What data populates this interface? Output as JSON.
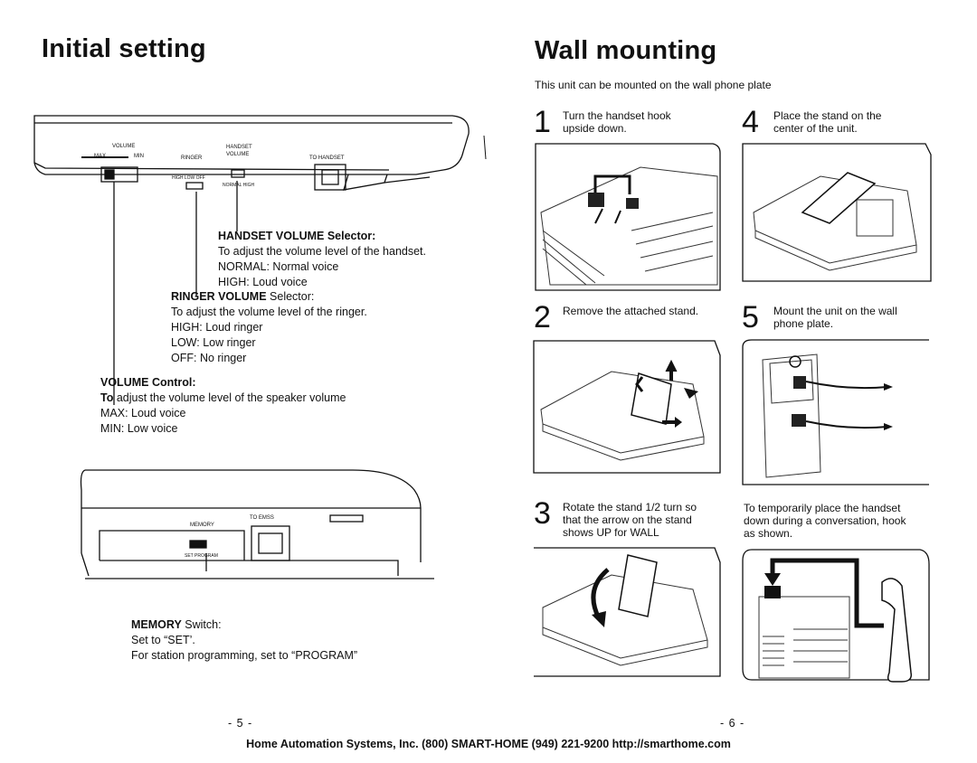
{
  "left": {
    "title": "Initial setting",
    "diagram1": {
      "labels": {
        "volume": "VOLUME",
        "max": "MAX",
        "min": "MIN",
        "ringer": "RINGER",
        "handset_volume_1": "HANDSET",
        "handset_volume_2": "VOLUME",
        "to_handset": "TO HANDSET",
        "ringer_switch": "HIGH  LOW  OFF",
        "handset_switch": "NORMAL    HIGH"
      }
    },
    "handset_volume": {
      "heading": "HANDSET VOLUME Selector:",
      "lines": [
        "To adjust the volume level of the handset.",
        "NORMAL: Normal voice",
        "HIGH: Loud voice"
      ]
    },
    "ringer_volume": {
      "heading_bold": "RINGER VOLUME",
      "heading_rest": " Selector:",
      "lines": [
        "To adjust the volume level of the ringer.",
        "HIGH: Loud ringer",
        "LOW: Low ringer",
        "OFF: No ringer"
      ]
    },
    "volume_control": {
      "heading": "VOLUME Control:",
      "first_bold": "To",
      "first_rest": " adjust the volume level of the speaker volume",
      "lines": [
        "MAX: Loud voice",
        "MIN: Low voice"
      ]
    },
    "diagram2": {
      "labels": {
        "memory": "MEMORY",
        "to_emss": "TO EMSS",
        "memory_switch": "SET    PROGRAM"
      }
    },
    "memory": {
      "heading_bold": "MEMORY",
      "heading_rest": " Switch:",
      "lines": [
        "Set to “SET’.",
        "For station programming, set to “PROGRAM”"
      ]
    },
    "page_number": "- 5 -"
  },
  "right": {
    "title": "Wall  mounting",
    "intro": "This unit can be mounted on the wall phone plate",
    "steps": [
      {
        "num": "1",
        "lines": [
          "Turn the handset hook",
          "upside down."
        ]
      },
      {
        "num": "2",
        "lines": [
          "Remove the attached stand."
        ]
      },
      {
        "num": "3",
        "lines": [
          "Rotate the stand 1/2 turn so",
          "that the arrow on the stand",
          "shows UP for WALL"
        ]
      },
      {
        "num": "4",
        "lines": [
          "Place the stand on the",
          "center of the unit."
        ]
      },
      {
        "num": "5",
        "lines": [
          "Mount the unit on the wall",
          "phone plate."
        ]
      }
    ],
    "note": [
      "To temporarily place the handset",
      "down during a conversation, hook",
      "as shown."
    ],
    "page_number": "- 6 -"
  },
  "footer": "Home Automation Systems, Inc.  (800) SMART-HOME  (949) 221-9200  http://smarthome.com"
}
